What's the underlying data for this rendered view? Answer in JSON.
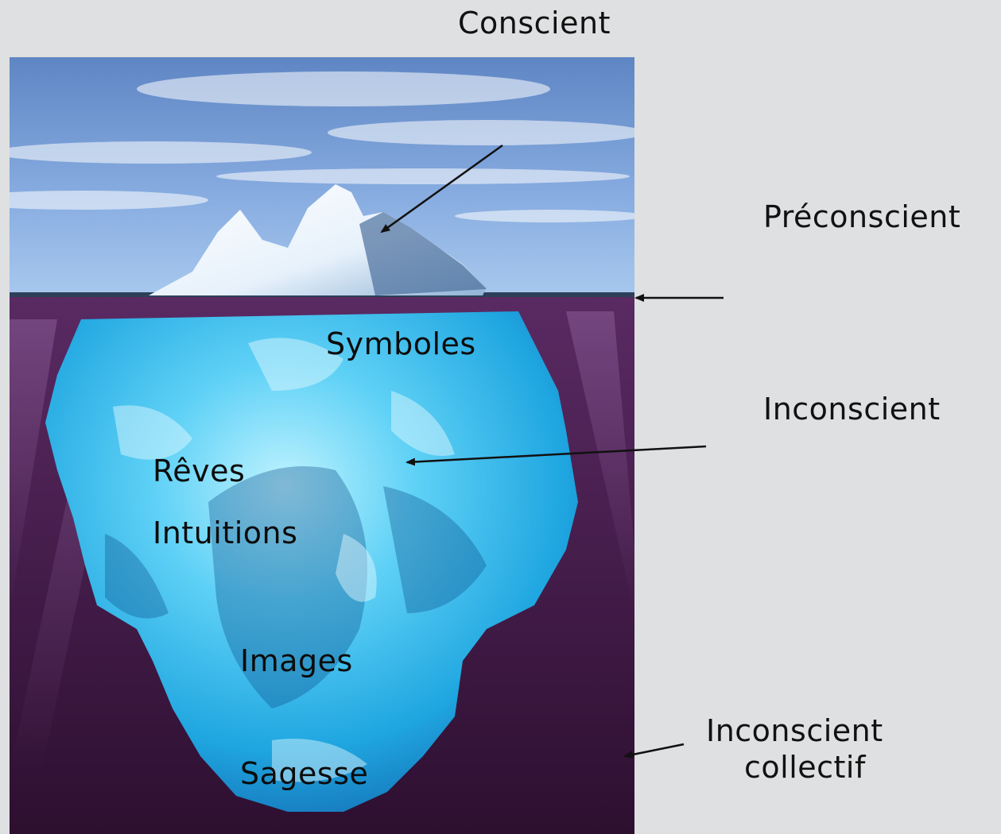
{
  "diagram": {
    "labels": {
      "conscient": "Conscient",
      "preconscient": "Préconscient",
      "inconscient": "Inconscient",
      "inconscient_collectif_line1": "Inconscient",
      "inconscient_collectif_line2": "collectif"
    },
    "iceberg_words": {
      "symboles": "Symboles",
      "reves": "Rêves",
      "intuitions": "Intuitions",
      "images": "Images",
      "sagesse": "Sagesse"
    }
  },
  "colors": {
    "background": "#dfe0e1",
    "sky_top": "#5f86c4",
    "sky_bottom": "#9bbfe8",
    "deep_water": "#4a1e4f",
    "ice_light": "#bff3ff",
    "ice_deep": "#1fa6e0",
    "arrow": "#111111"
  }
}
